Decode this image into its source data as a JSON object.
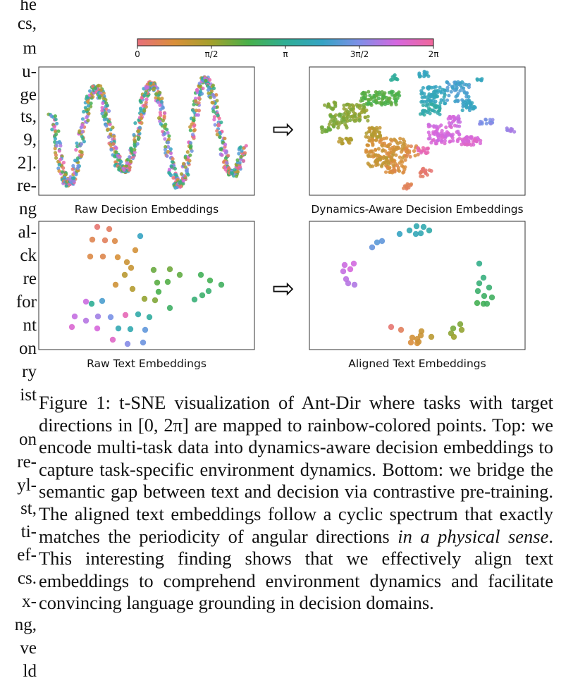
{
  "left_column_fragments": [
    "he",
    "cs,",
    "m",
    "u-",
    "ge",
    "ts,",
    "9,",
    "2].",
    "re-",
    "ng",
    "al-",
    "ck",
    "re",
    "for",
    "nt",
    "on",
    "ry",
    "ist",
    "on",
    "re-",
    "yl-",
    "st,",
    "ti-",
    "ef-",
    "cs.",
    "x-",
    "ng,",
    "ve",
    "ld"
  ],
  "colorbar": {
    "ticks": [
      "0",
      "π/2",
      "π",
      "3π/2",
      "2π"
    ],
    "colors": [
      "#e8707b",
      "#d98f3a",
      "#a3a02d",
      "#48b04a",
      "#2fae95",
      "#35a3c4",
      "#7f8fe8",
      "#d567df",
      "#f0679a"
    ]
  },
  "panels": {
    "raw_decision": {
      "label": "Raw Decision Embeddings"
    },
    "dynamics_decision": {
      "label": "Dynamics-Aware Decision Embeddings"
    },
    "raw_text": {
      "label": "Raw Text Embeddings"
    },
    "aligned_text": {
      "label": "Aligned Text Embeddings"
    }
  },
  "arrow": "⇨",
  "caption": {
    "p1": "Figure 1: t-SNE visualization of Ant-Dir where tasks with target directions in ",
    "math": "[0, 2π]",
    "p2": " are mapped to rainbow-colored points.  Top: we encode multi-task data into dynamics-aware decision embeddings to capture task-specific environment dynamics. Bottom: we bridge the semantic gap between text and decision via contrastive pre-training. The aligned text embeddings follow a cyclic spectrum that exactly matches the periodicity of angular directions ",
    "em": "in a physical sense",
    "p3": ". This interesting finding shows that we effectively align text embeddings to comprehend environment dynamics and facilitate convincing language grounding in decision domains."
  }
}
